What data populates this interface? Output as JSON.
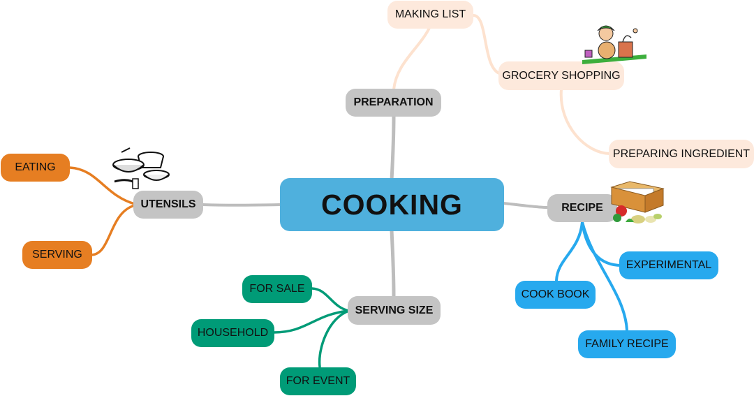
{
  "center": {
    "label": "COOKING"
  },
  "branches": {
    "preparation": {
      "label": "PREPARATION",
      "color": "#fde9dc",
      "children": [
        "MAKING LIST",
        "GROCERY SHOPPING",
        "PREPARING INGREDIENT"
      ]
    },
    "utensils": {
      "label": "UTENSILS",
      "color": "#e67e22",
      "children": [
        "EATING",
        "SERVING"
      ]
    },
    "serving_size": {
      "label": "SERVING SIZE",
      "color": "#009b77",
      "children": [
        "FOR SALE",
        "HOUSEHOLD",
        "FOR EVENT"
      ]
    },
    "recipe": {
      "label": "RECIPE",
      "color": "#27a9ee",
      "children": [
        "EXPERIMENTAL",
        "COOK BOOK",
        "FAMILY RECIPE"
      ]
    }
  },
  "colors": {
    "center_fill": "#4fb0dd",
    "main_fill": "#c4c4c4",
    "main_connector": "#bdbdbd"
  },
  "icons": [
    "shopping-woman-icon",
    "kitchen-utensils-icon",
    "recipe-box-icon"
  ]
}
